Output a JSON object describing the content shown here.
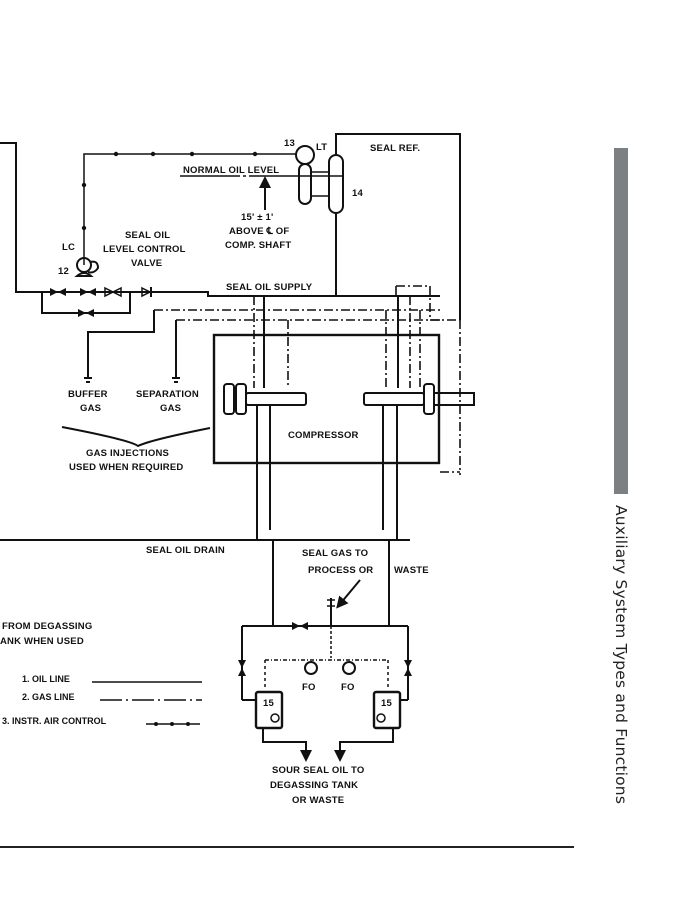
{
  "page": {
    "section_title": "Auxiliary System Types and Functions",
    "accent_bar_color": "#7d8082"
  },
  "diagram": {
    "labels": {
      "item_13": "13",
      "lt": "LT",
      "seal_ref": "SEAL REF.",
      "normal_oil_level": "NORMAL OIL LEVEL",
      "item_14": "14",
      "height_spec": "15' ± 1'",
      "above_cl": "ABOVE ℄ OF",
      "comp_shaft": "COMP. SHAFT",
      "lc": "LC",
      "item_12": "12",
      "valve_line1": "SEAL OIL",
      "valve_line2": "LEVEL CONTROL",
      "valve_line3": "VALVE",
      "seal_oil_supply": "SEAL OIL SUPPLY",
      "buffer_gas_1": "BUFFER",
      "buffer_gas_2": "GAS",
      "separation_gas_1": "SEPARATION",
      "separation_gas_2": "GAS",
      "compressor": "COMPRESSOR",
      "gas_injections_1": "GAS INJECTIONS",
      "gas_injections_2": "USED WHEN REQUIRED",
      "seal_oil_drain": "SEAL OIL DRAIN",
      "seal_gas_1": "SEAL GAS TO",
      "seal_gas_2": "PROCESS OR",
      "seal_gas_3": "WASTE",
      "from_degassing_1": "FROM DEGASSING",
      "from_degassing_2": "ANK WHEN USED",
      "fo_left": "FO",
      "fo_right": "FO",
      "item_15_left": "15",
      "item_15_right": "15",
      "sour_1": "SOUR SEAL OIL TO",
      "sour_2": "DEGASSING TANK",
      "sour_3": "OR WASTE"
    },
    "legend": [
      {
        "label": "1. OIL LINE",
        "style": "solid"
      },
      {
        "label": "2. GAS LINE",
        "style": "dash-dot"
      },
      {
        "label": "3. INSTR. AIR CONTROL",
        "style": "dotted-bead"
      }
    ]
  }
}
